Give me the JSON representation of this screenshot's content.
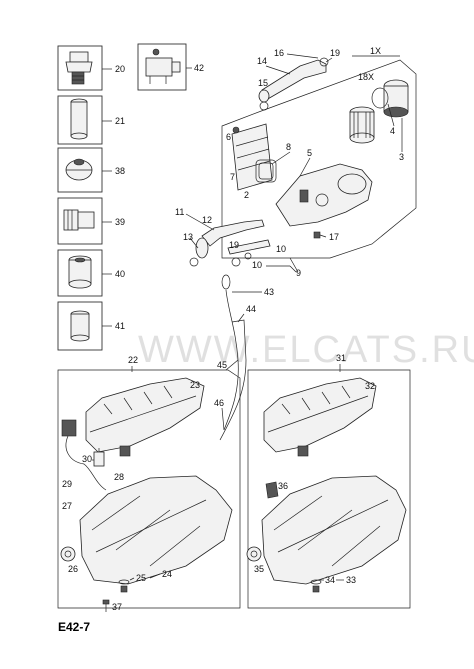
{
  "page_code": "E42-7",
  "watermark": "WWW.ELCATS.RU",
  "callouts": {
    "c1x": "1X",
    "c18x": "18X",
    "c2": "2",
    "c3": "3",
    "c4": "4",
    "c5": "5",
    "c6": "6",
    "c7": "7",
    "c8": "8",
    "c9": "9",
    "c10a": "10",
    "c10b": "10",
    "c11": "11",
    "c12": "12",
    "c13": "13",
    "c14": "14",
    "c15": "15",
    "c16": "16",
    "c17": "17",
    "c19a": "19",
    "c19b": "19",
    "c20": "20",
    "c21": "21",
    "c22": "22",
    "c23": "23",
    "c24": "24",
    "c25": "25",
    "c26": "26",
    "c27": "27",
    "c28": "28",
    "c29": "29",
    "c30": "30",
    "c31": "31",
    "c32": "32",
    "c33": "33",
    "c34": "34",
    "c35": "35",
    "c36": "36",
    "c37": "37",
    "c38": "38",
    "c39": "39",
    "c40": "40",
    "c41": "41",
    "c42": "42",
    "c43": "43",
    "c44": "44",
    "c45": "45",
    "c46": "46"
  }
}
